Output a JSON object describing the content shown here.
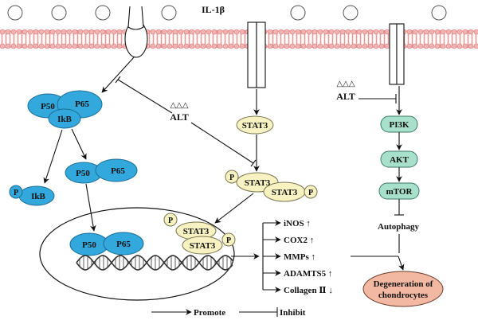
{
  "colors": {
    "membrane": "#f2b3b3",
    "membrane_line": "#e07878",
    "nfkb": "#33a8dc",
    "nfkb_edge": "#1c6f97",
    "stat": "#f8f2c2",
    "stat_edge": "#7a7650",
    "pathway": "#a8e0cc",
    "pathway_edge": "#3a7a66",
    "outcome": "#f2b8a2",
    "outcome_edge": "#6a3a2a",
    "receptor": "#ffffff"
  },
  "ligand": {
    "label": "IL-1β"
  },
  "nfkb_complex": {
    "p50": "P50",
    "p65": "P65",
    "ikb": "IkB"
  },
  "phospho": {
    "p": "P",
    "ikb": "IkB"
  },
  "p50p65_cytoplasm": {
    "p50": "P50",
    "p65": "P65"
  },
  "p50p65_nucleus": {
    "p50": "P50",
    "p65": "P65"
  },
  "stat3_single": "STAT3",
  "stat3_dimer": {
    "a": "STAT3",
    "b": "STAT3",
    "p": "P"
  },
  "stat3_nucleus": {
    "a": "STAT3",
    "b": "STAT3",
    "p": "P"
  },
  "alt_left": {
    "label": "ALT",
    "marks": "△△△"
  },
  "alt_right": {
    "label": "ALT",
    "marks": "△△△"
  },
  "pathway": {
    "pi3k": "PI3K",
    "akt": "AKT",
    "mtor": "mTOR",
    "autophagy": "Autophagy"
  },
  "targets": [
    "iNOS ↑",
    "COX2 ↑",
    "MMPs ↑",
    "ADAMTS5 ↑",
    "Collagen Ⅱ ↓"
  ],
  "outcome": {
    "line1": "Degeneration of",
    "line2": "chondrocytes"
  },
  "legend": {
    "promote": "Promote",
    "inhibit": "Inhibit"
  }
}
